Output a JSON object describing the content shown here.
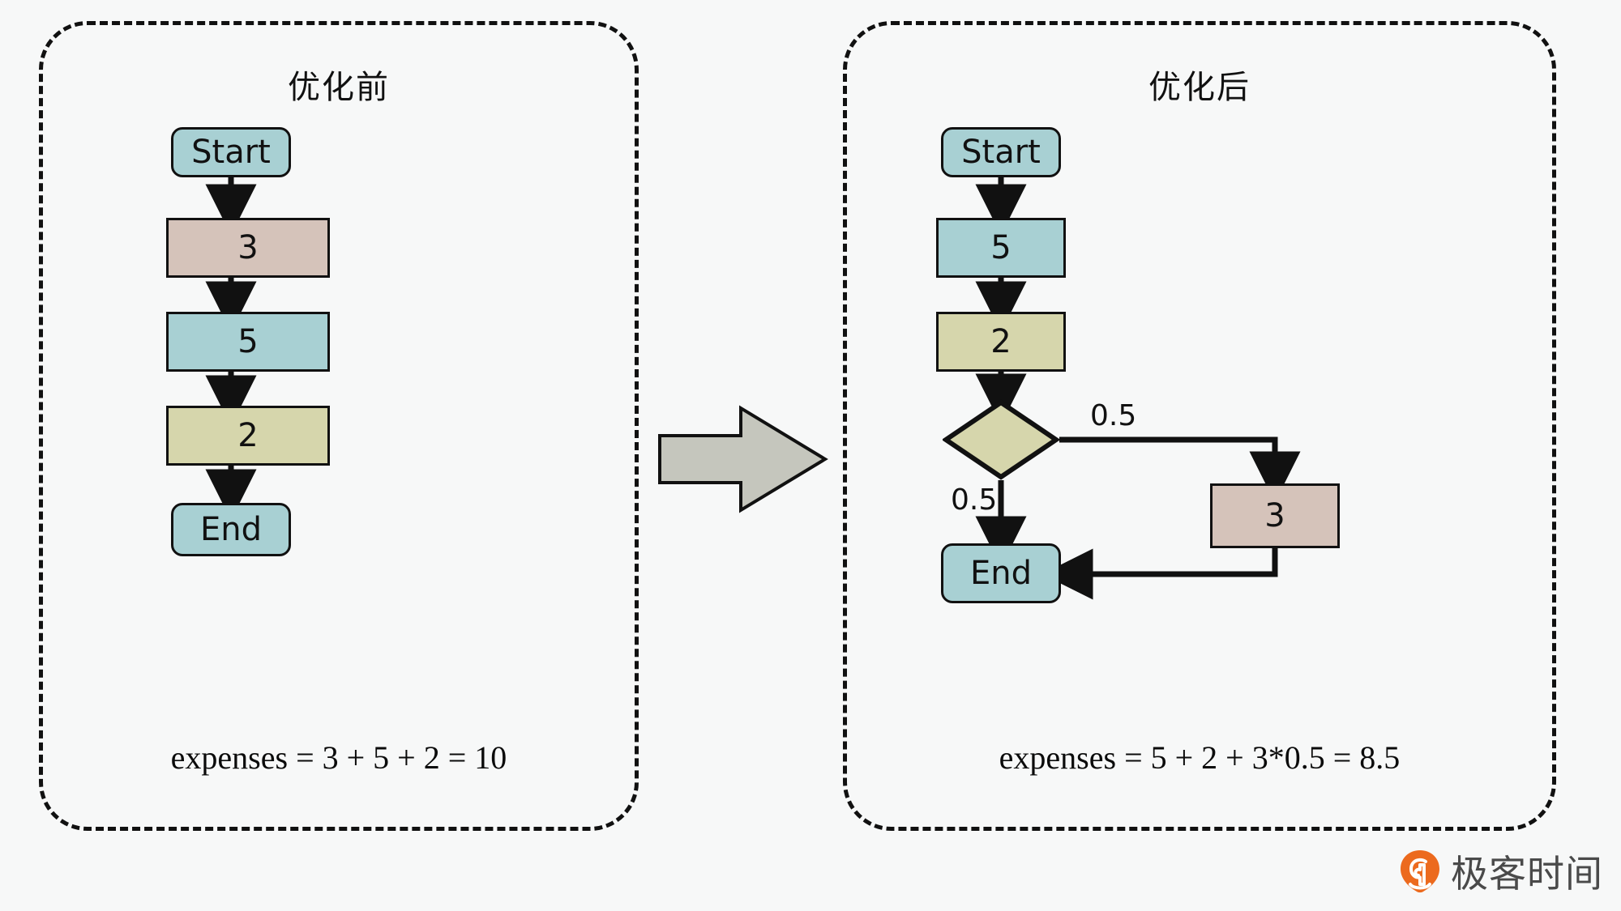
{
  "panels": [
    {
      "id": "before",
      "title": "优化前",
      "formula": "expenses = 3 + 5 + 2 = 10",
      "nodes": [
        {
          "name": "start",
          "label": "Start",
          "shape": "rounded-rect",
          "color": "#a8d0d3"
        },
        {
          "name": "cost-3",
          "label": "3",
          "shape": "rect",
          "color": "#d5c3ba"
        },
        {
          "name": "cost-5",
          "label": "5",
          "shape": "rect",
          "color": "#a8d0d3"
        },
        {
          "name": "cost-2",
          "label": "2",
          "shape": "rect",
          "color": "#d6d6ac"
        },
        {
          "name": "end",
          "label": "End",
          "shape": "rounded-rect",
          "color": "#a8d0d3"
        }
      ],
      "edges": [
        {
          "from": "start",
          "to": "cost-3",
          "label": ""
        },
        {
          "from": "cost-3",
          "to": "cost-5",
          "label": ""
        },
        {
          "from": "cost-5",
          "to": "cost-2",
          "label": ""
        },
        {
          "from": "cost-2",
          "to": "end",
          "label": ""
        }
      ]
    },
    {
      "id": "after",
      "title": "优化后",
      "formula": "expenses = 5 + 2 + 3*0.5 = 8.5",
      "nodes": [
        {
          "name": "start",
          "label": "Start",
          "shape": "rounded-rect",
          "color": "#a8d0d3"
        },
        {
          "name": "cost-5",
          "label": "5",
          "shape": "rect",
          "color": "#a8d0d3"
        },
        {
          "name": "cost-2",
          "label": "2",
          "shape": "rect",
          "color": "#d6d6ac"
        },
        {
          "name": "decision",
          "label": "",
          "shape": "diamond",
          "color": "#d6d6ac"
        },
        {
          "name": "cost-3",
          "label": "3",
          "shape": "rect",
          "color": "#d5c3ba"
        },
        {
          "name": "end",
          "label": "End",
          "shape": "rounded-rect",
          "color": "#a8d0d3"
        }
      ],
      "edges": [
        {
          "from": "start",
          "to": "cost-5",
          "label": ""
        },
        {
          "from": "cost-5",
          "to": "cost-2",
          "label": ""
        },
        {
          "from": "cost-2",
          "to": "decision",
          "label": ""
        },
        {
          "from": "decision",
          "to": "cost-3",
          "label": "0.5"
        },
        {
          "from": "decision",
          "to": "end",
          "label": "0.5"
        },
        {
          "from": "cost-3",
          "to": "end",
          "label": ""
        }
      ]
    }
  ],
  "transition": {
    "name": "optimization-arrow",
    "direction": "right",
    "fill": "#c5c6bd",
    "stroke": "#111111"
  },
  "watermark": {
    "text": "极客时间",
    "logo_color": "#ec6a1e",
    "text_color": "#4a4a4a"
  },
  "colors": {
    "background": "#f7f8f8",
    "stroke": "#111111",
    "teal": "#a8d0d3",
    "tan": "#d5c3ba",
    "olive": "#d6d6ac",
    "grey": "#c5c6bd"
  }
}
